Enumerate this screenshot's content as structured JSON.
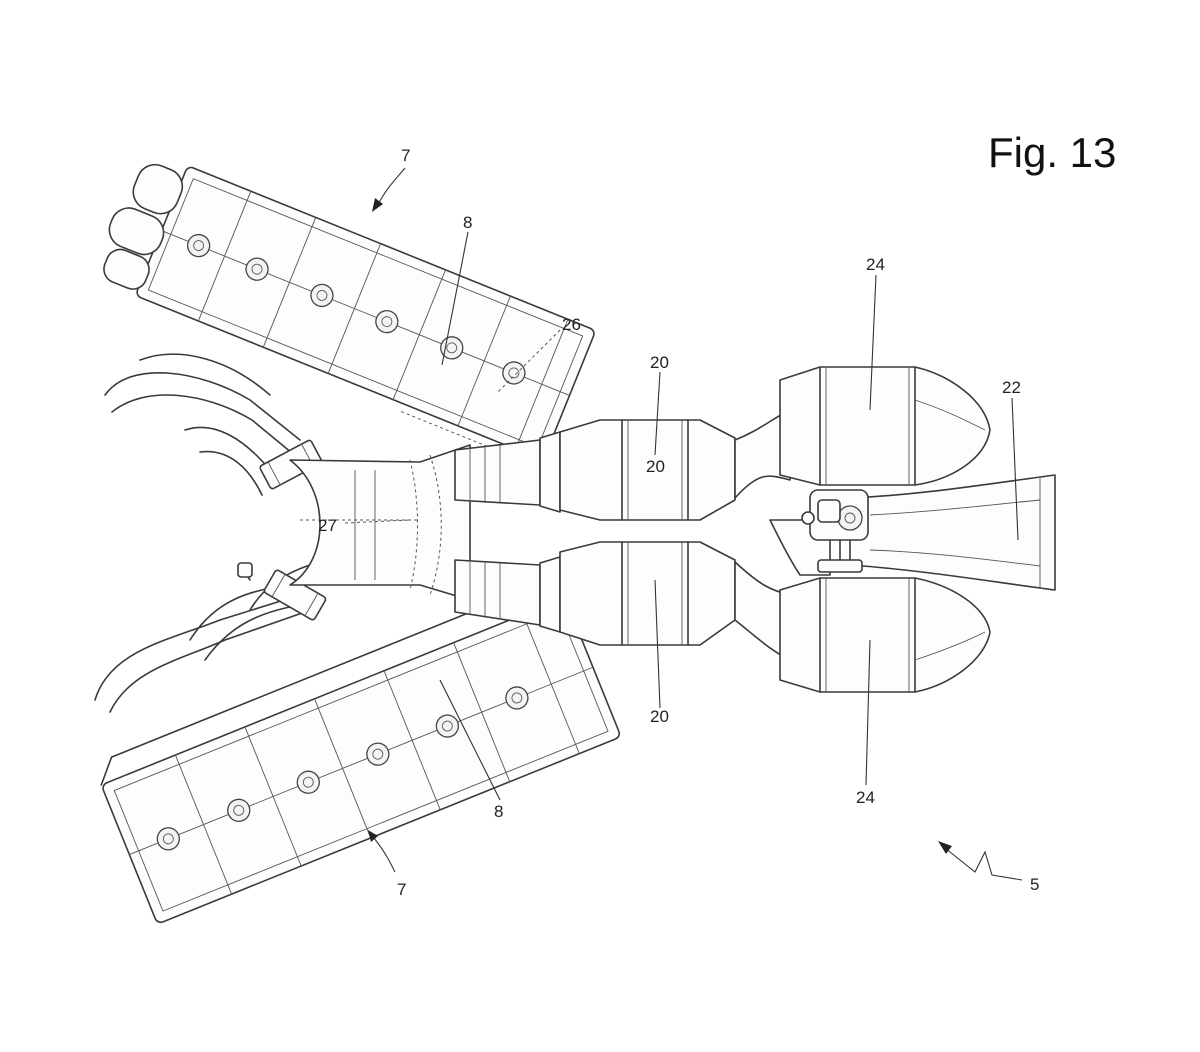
{
  "figure": {
    "title": "Fig. 13"
  },
  "references": {
    "ref_7_top": "7",
    "ref_7_bottom": "7",
    "ref_8_top": "8",
    "ref_8_bottom": "8",
    "ref_26": "26",
    "ref_27": "27",
    "ref_20_top": "20",
    "ref_20_mid": "20",
    "ref_20_bottom": "20",
    "ref_24_top": "24",
    "ref_24_bottom": "24",
    "ref_22": "22",
    "ref_5": "5"
  }
}
